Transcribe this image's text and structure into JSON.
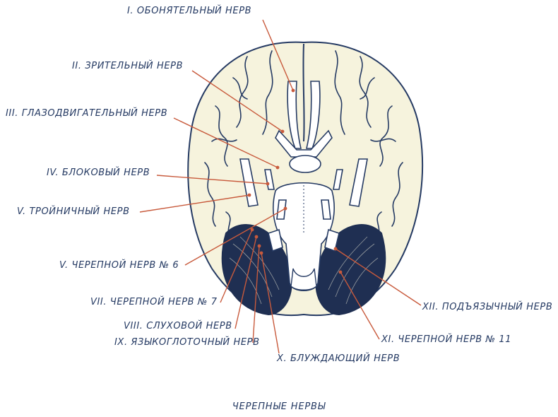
{
  "title": "ЧЕРЕПНЫЕ НЕРВЫ",
  "colors": {
    "ink": "#253a63",
    "brain_fill": "#f6f3dd",
    "cerebellum": "#1f2f52",
    "leader": "#c85a3c"
  },
  "labels": {
    "n1": "I. ОБОНЯТЕЛЬНЫЙ НЕРВ",
    "n2": "II. ЗРИТЕЛЬНЫЙ НЕРВ",
    "n3": "III. ГЛАЗОДВИГАТЕЛЬНЫЙ НЕРВ",
    "n4": "IV. БЛОКОВЫЙ НЕРВ",
    "n5": "V. ТРОЙНИЧНЫЙ НЕРВ",
    "n6": "V. ЧЕРЕПНОЙ НЕРВ № 6",
    "n7": "VII. ЧЕРЕПНОЙ НЕРВ № 7",
    "n8": "VIII. СЛУХОВОЙ НЕРВ",
    "n9": "IX. ЯЗЫКОГЛОТОЧНЫЙ НЕРВ",
    "n10": "X. БЛУЖДАЮЩИЙ НЕРВ",
    "n11": "XI. ЧЕРЕПНОЙ НЕРВ № 11",
    "n12": "XII. ПОДЪЯЗЫЧНЫЙ НЕРВ"
  }
}
